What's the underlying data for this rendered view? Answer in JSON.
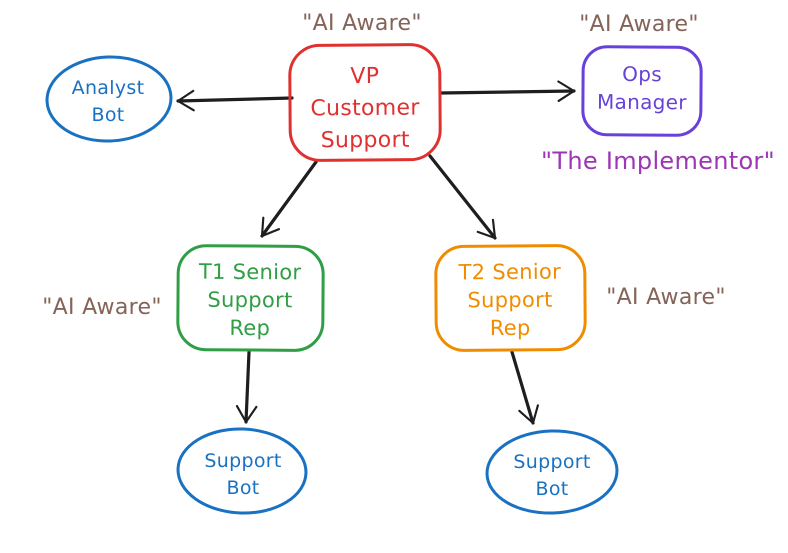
{
  "diagram": {
    "title_hint": "hand-drawn org chart of AI-aware customer support team",
    "annotations": {
      "vp_note": "\"AI Aware\"",
      "ops_note": "\"AI Aware\"",
      "ops_subtitle": "\"The Implementor\"",
      "t1_note": "\"AI Aware\"",
      "t2_note": "\"AI Aware\""
    },
    "nodes": {
      "vp": {
        "lines": [
          "VP",
          "Customer",
          "Support"
        ]
      },
      "analyst_bot": {
        "lines": [
          "Analyst",
          "Bot"
        ]
      },
      "ops_manager": {
        "lines": [
          "Ops",
          "Manager"
        ]
      },
      "t1_rep": {
        "lines": [
          "T1 Senior",
          "Support",
          "Rep"
        ]
      },
      "t2_rep": {
        "lines": [
          "T2 Senior",
          "Support",
          "Rep"
        ]
      },
      "support_bot_left": {
        "lines": [
          "Support",
          "Bot"
        ]
      },
      "support_bot_right": {
        "lines": [
          "Support",
          "Bot"
        ]
      }
    },
    "colors": {
      "vp": "#e03131",
      "bot_blue": "#1971c2",
      "ops_violet": "#6741d9",
      "t1_green": "#2f9e44",
      "t2_orange": "#f08c00",
      "note_brown": "#846358",
      "subtitle_magenta": "#9c36b5",
      "arrow_black": "#1e1e1e"
    }
  }
}
